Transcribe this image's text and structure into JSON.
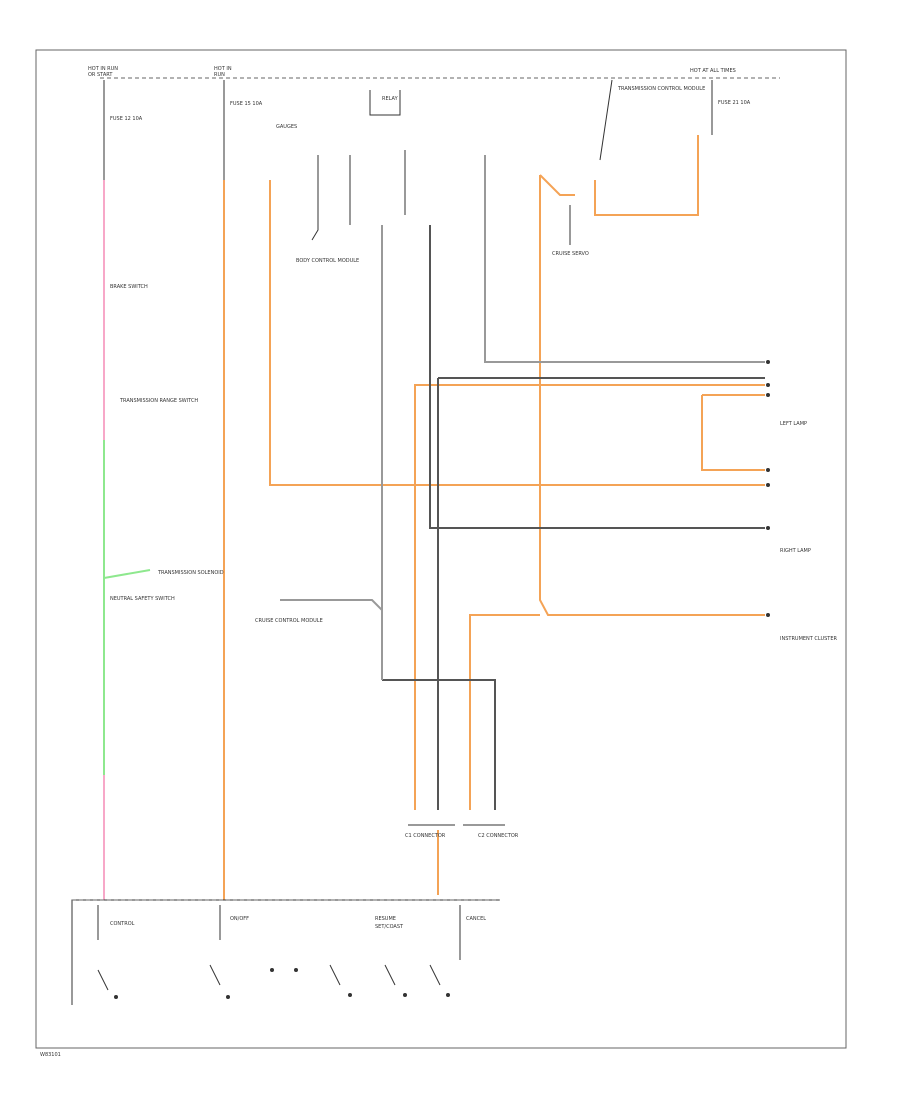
{
  "diagram": {
    "labels": {
      "hot_run_start_1": "HOT IN RUN",
      "hot_run_start_2": "OR START",
      "hot_run_a": "HOT IN",
      "hot_run_b": "RUN",
      "hot_at_all_times": "HOT AT ALL TIMES",
      "fuse_left": "FUSE 12 10A",
      "fuse_mid": "FUSE 15 10A",
      "fuse_right": "FUSE 21 10A",
      "relay_top": "RELAY",
      "gauge_note": "GAUGES",
      "bcm": "BODY CONTROL MODULE",
      "brake_switch": "BRAKE SWITCH",
      "trans_module": "TRANSMISSION CONTROL MODULE",
      "trans_range": "TRANSMISSION RANGE SWITCH",
      "trans_solenoid": "TRANSMISSION SOLENOID",
      "neutral_switch": "NEUTRAL SAFETY SWITCH",
      "cruise_module": "CRUISE CONTROL MODULE",
      "cruise_servo": "CRUISE SERVO",
      "left_lamp": "LEFT LAMP",
      "right_lamp": "RIGHT LAMP",
      "instrument_cluster": "INSTRUMENT CLUSTER",
      "connector_a": "C1 CONNECTOR",
      "connector_b": "C2 CONNECTOR",
      "sw_control": "CONTROL",
      "sw_on_off": "ON/OFF",
      "sw_set": "SET/COAST",
      "sw_resume": "RESUME",
      "sw_cancel": "CANCEL",
      "footer": "W83101"
    },
    "colors": {
      "orange": "#f4a356",
      "pink": "#f7a8c8",
      "green": "#8ee88e",
      "dark": "#555555",
      "gray": "#999999",
      "frame": "#666666"
    }
  }
}
